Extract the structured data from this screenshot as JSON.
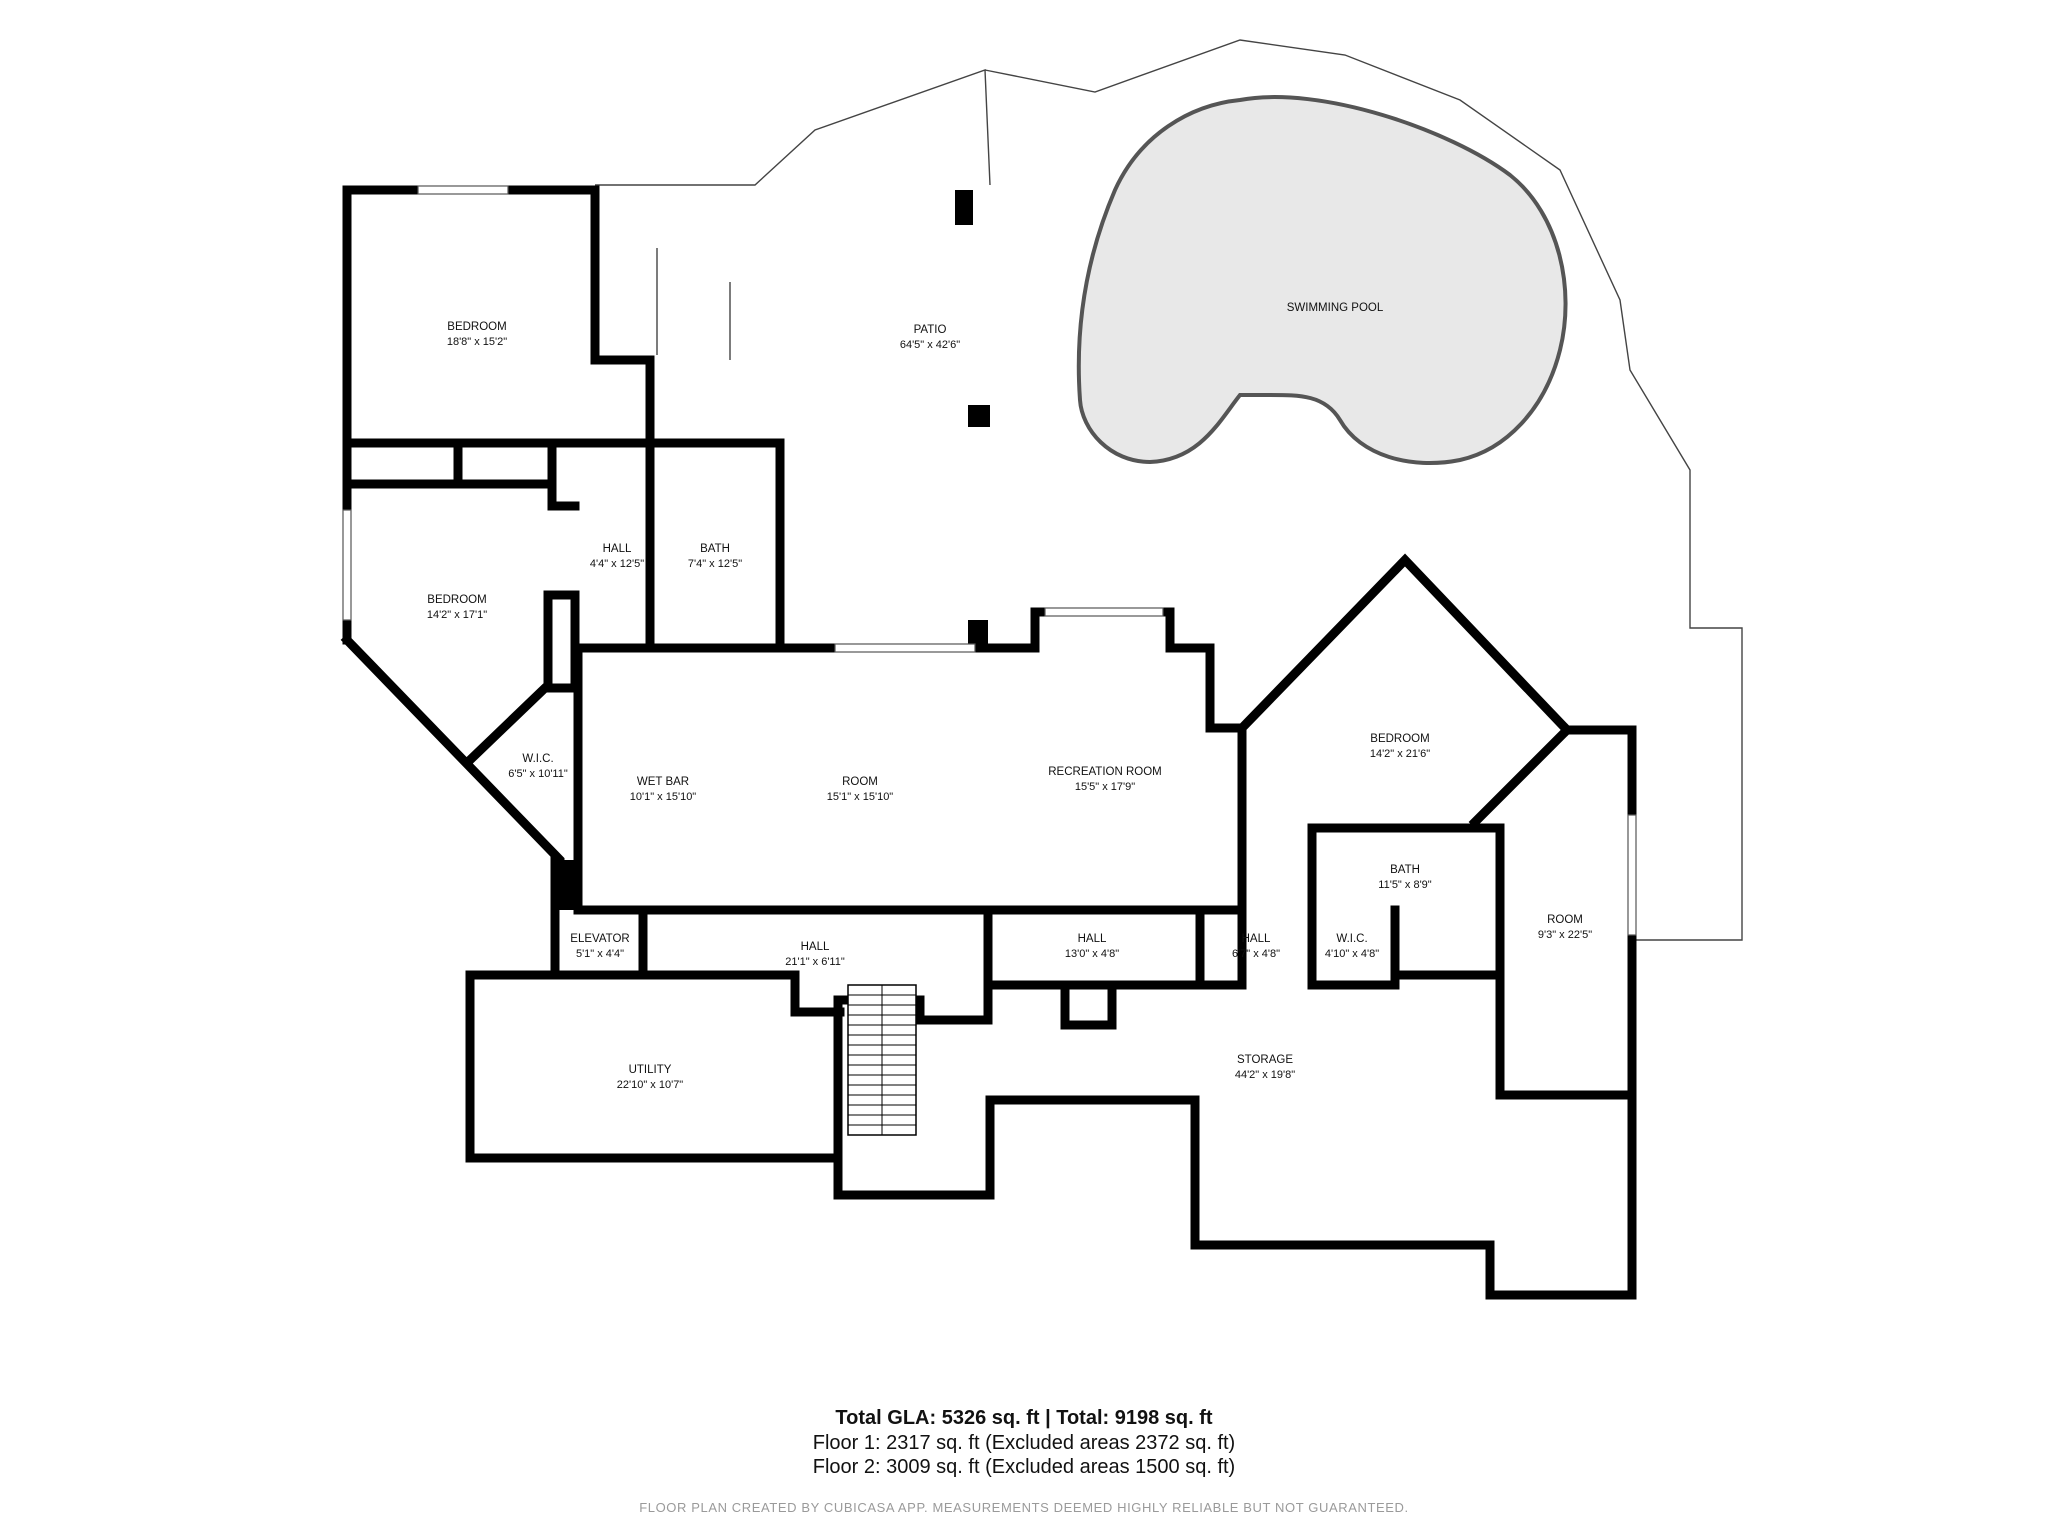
{
  "rooms": {
    "patio": {
      "name": "PATIO",
      "dim": "64'5\" x 42'6\""
    },
    "pool": {
      "name": "SWIMMING POOL"
    },
    "bedroom1": {
      "name": "BEDROOM",
      "dim": "18'8\" x 15'2\""
    },
    "hall1": {
      "name": "HALL",
      "dim": "4'4\" x 12'5\""
    },
    "bath1": {
      "name": "BATH",
      "dim": "7'4\" x 12'5\""
    },
    "bedroom2": {
      "name": "BEDROOM",
      "dim": "14'2\" x 17'1\""
    },
    "wic1": {
      "name": "W.I.C.",
      "dim": "6'5\" x 10'11\""
    },
    "wetbar": {
      "name": "WET BAR",
      "dim": "10'1\" x 15'10\""
    },
    "room1": {
      "name": "ROOM",
      "dim": "15'1\" x 15'10\""
    },
    "recroom": {
      "name": "RECREATION ROOM",
      "dim": "15'5\" x 17'9\""
    },
    "bedroom3": {
      "name": "BEDROOM",
      "dim": "14'2\" x 21'6\""
    },
    "bath2": {
      "name": "BATH",
      "dim": "11'5\" x 8'9\""
    },
    "room2": {
      "name": "ROOM",
      "dim": "9'3\" x 22'5\""
    },
    "elevator": {
      "name": "ELEVATOR",
      "dim": "5'1\" x 4'4\""
    },
    "hall2": {
      "name": "HALL",
      "dim": "21'1\" x 6'11\""
    },
    "hall3": {
      "name": "HALL",
      "dim": "13'0\" x 4'8\""
    },
    "hall4": {
      "name": "HALL",
      "dim": "6'7\" x 4'8\""
    },
    "wic2": {
      "name": "W.I.C.",
      "dim": "4'10\" x 4'8\""
    },
    "utility": {
      "name": "UTILITY",
      "dim": "22'10\" x 10'7\""
    },
    "storage": {
      "name": "STORAGE",
      "dim": "44'2\" x 19'8\""
    }
  },
  "summary": {
    "total": "Total GLA: 5326 sq. ft | Total: 9198 sq. ft",
    "floor1": "Floor 1: 2317 sq. ft (Excluded areas 2372 sq. ft)",
    "floor2": "Floor 2: 3009 sq. ft (Excluded areas 1500 sq. ft)",
    "disclaimer": "FLOOR PLAN CREATED BY CUBICASA APP. MEASUREMENTS DEEMED HIGHLY RELIABLE BUT NOT GUARANTEED."
  },
  "colors": {
    "wall": "#000000",
    "pool_fill": "#e8e8e8",
    "outline": "#444444",
    "disclaimer": "#9a9a9a"
  }
}
